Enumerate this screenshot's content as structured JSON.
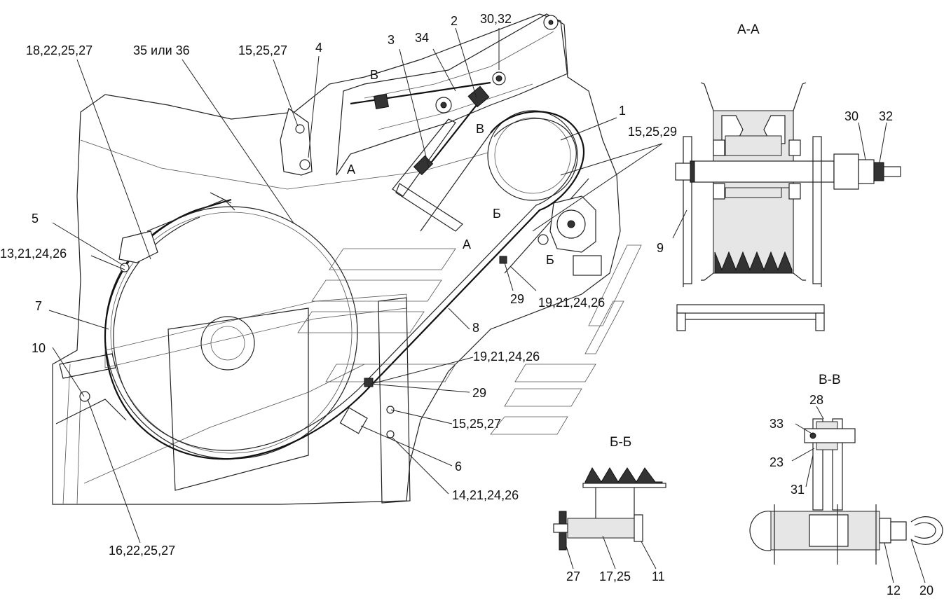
{
  "sections": {
    "aa": "А-А",
    "bb": "Б-Б",
    "vv": "В-В"
  },
  "callouts": {
    "c_18_22_25_27": "18,22,25,27",
    "c_35_36": "35 или 36",
    "c_15_25_27_top": "15,25,27",
    "c_4": "4",
    "c_3": "3",
    "c_34": "34",
    "c_2": "2",
    "c_30_32": "30,32",
    "c_1": "1",
    "c_15_25_29": "15,25,29",
    "c_5": "5",
    "c_13_21_24_26": "13,21,24,26",
    "c_7": "7",
    "c_10": "10",
    "c_29_a": "29",
    "c_19_21_24_26_a": "19,21,24,26",
    "c_8": "8",
    "c_19_21_24_26_b": "19,21,24,26",
    "c_29_b": "29",
    "c_15_25_27_bottom": "15,25,27",
    "c_6": "6",
    "c_14_21_24_26": "14,21,24,26",
    "c_16_22_25_27": "16,22,25,27",
    "c_9": "9",
    "c_30": "30",
    "c_32": "32",
    "c_28": "28",
    "c_33": "33",
    "c_23": "23",
    "c_31": "31",
    "c_12": "12",
    "c_20": "20",
    "c_27": "27",
    "c_17_25": "17,25",
    "c_11": "11"
  },
  "view_marks": {
    "v_top": "В",
    "v_mid": "В",
    "a_arrow": "А",
    "a_end": "А",
    "b_top": "Б",
    "b_low": "Б"
  }
}
